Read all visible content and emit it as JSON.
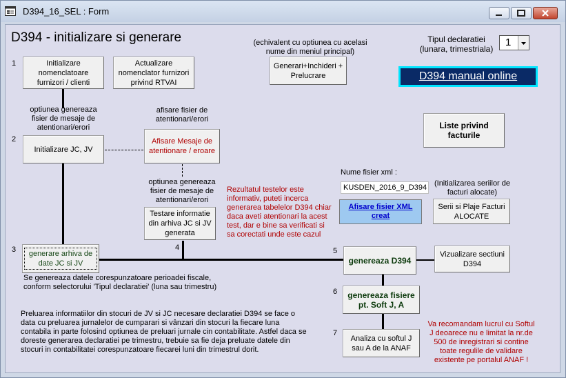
{
  "window": {
    "title": "D394_16_SEL : Form"
  },
  "heading": "D394 - initializare si generare",
  "echivalent_note": "(echivalent cu optiunea cu acelasi nume din meniul principal)",
  "tip_declaratie": {
    "label": "Tipul declaratiei (lunara, trimestriala)",
    "value": "1"
  },
  "manual_online": "D394 manual online",
  "steps": [
    "1",
    "2",
    "3",
    "4",
    "5",
    "6",
    "7"
  ],
  "buttons": {
    "init_nomenclatoare": "Initializare nomenclatoare furnizori / clienti",
    "actualizare_nomenclator": "Actualizare nomenclator furnizori privind RTVAI",
    "generari_inchideri": "Generari+Inchideri + Prelucrare",
    "liste_facturi": "Liste privind facturile",
    "initializare_jc_jv": "Initializare JC, JV",
    "afisare_mesaje": "Afisare Mesaje de atentionare / eroare",
    "testare_informatie": "Testare informatie din arhiva JC si JV generata",
    "generare_arhiva": "generare arhiva de date JC si JV",
    "afisare_fisier_xml": "Afisare fisier XML creat",
    "serii_plaje": "Serii si Plaje Facturi ALOCATE",
    "genereaza_d394": "genereaza D394",
    "vizualizare_sectiuni": "Vizualizare sectiuni D394",
    "genereaza_fisiere": "genereaza fisiere pt. Soft J, A",
    "analiza_soft": "Analiza cu softul J sau A de la ANAF"
  },
  "labels": {
    "optiunea_1": "optiunea genereaza fisier de mesaje de atentionari/erori",
    "afisare_fisier": "afisare fisier de atentionari/erori",
    "optiunea_2": "optiunea genereaza fisier de mesaje de atentionari/erori",
    "rezultatul": "Rezultatul testelor este informativ, puteti incerca generarea tabelelor D394 chiar daca aveti atentionari la acest test, dar e bine sa verificati si sa corectati unde este cazul",
    "nume_fisier_xml": "Nume fisier xml :",
    "initializarea_seriilor": "(Initializarea seriilor de facturi alocate)",
    "se_genereaza": "Se genereaza datele corespunzatoare perioadei fiscale, conform selectorului 'Tipul declaratiei' (luna sau trimestru)",
    "preluarea": "Preluarea informatiilor din stocuri de JV si JC  necesare declaratiei D394 se face o data cu preluarea jurnalelor de cumparari si vânzari din stocuri la fiecare luna contabila in parte folosind optiunea de preluari jurnale cin contabilitate.  Astfel daca se doreste generarea declaratiei pe trimestru, trebuie sa fie deja preluate datele din stocuri in contabilitatei corespunzatoare fiecarei luni din trimestrul dorit.",
    "recomandam": "Va recomandam lucrul cu Softul J deoarece nu e limitat la nr.de 500 de inregistrari si contine toate regulile de validare existente pe portalul ANAF !"
  },
  "xml_filename": "KUSDEN_2016_9_D394",
  "colors": {
    "accent_red": "#b00000",
    "link_blue": "#0000cc",
    "manual_bg": "#0a2a66",
    "manual_border": "#00e5ff"
  }
}
